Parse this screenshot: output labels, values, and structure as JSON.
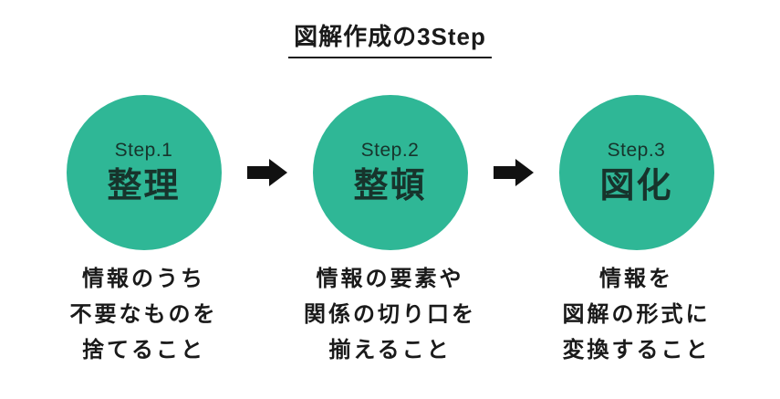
{
  "title": "図解作成の3Step",
  "colors": {
    "circle": "#2fb796",
    "circle_text": "#17342c",
    "text": "#1a1a1a",
    "arrow": "#111111",
    "background": "#ffffff"
  },
  "steps": [
    {
      "label": "Step.1",
      "name": "整理",
      "description": [
        "情報のうち",
        "不要なものを",
        "捨てること"
      ]
    },
    {
      "label": "Step.2",
      "name": "整頓",
      "description": [
        "情報の要素や",
        "関係の切り口を",
        "揃えること"
      ]
    },
    {
      "label": "Step.3",
      "name": "図化",
      "description": [
        "情報を",
        "図解の形式に",
        "変換すること"
      ]
    }
  ]
}
